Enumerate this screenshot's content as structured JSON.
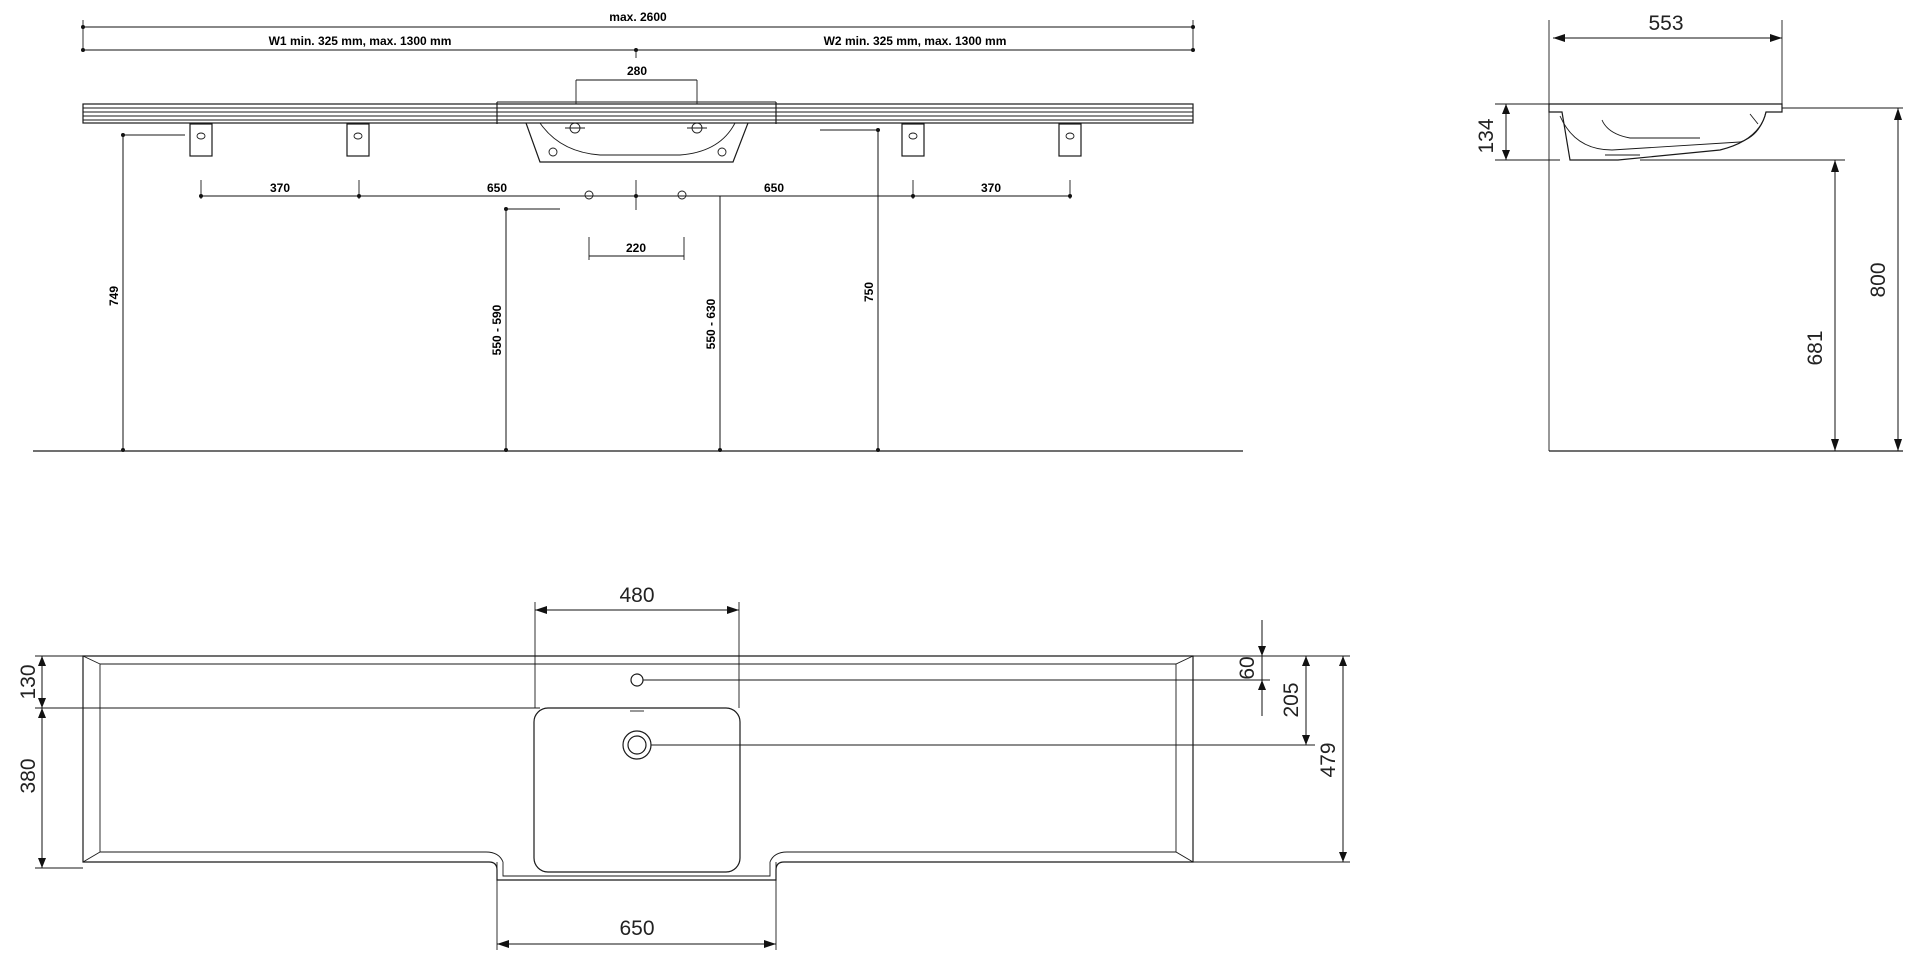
{
  "front_view": {
    "total_width": "max. 2600",
    "w1_range": "W1 min. 325 mm, max. 1300 mm",
    "w2_range": "W2 min. 325 mm, max. 1300 mm",
    "tap_spacing": "280",
    "bracket_spacing_left": "370",
    "bracket_to_center_left": "650",
    "bracket_to_center_right": "650",
    "bracket_spacing_right": "370",
    "hole_spacing": "220",
    "height_left": "749",
    "height_right": "750",
    "drain_height_left": "550 - 590",
    "drain_height_right": "550 - 630"
  },
  "side_view": {
    "depth": "553",
    "bowl_height": "134",
    "floor_to_top": "800",
    "floor_to_bowl": "681"
  },
  "top_view": {
    "basin_width": "480",
    "front_to_tap_hole": "130",
    "basin_depth": "380",
    "tap_hole_offset": "60",
    "drain_offset": "205",
    "total_depth": "479",
    "extension_width": "650"
  }
}
